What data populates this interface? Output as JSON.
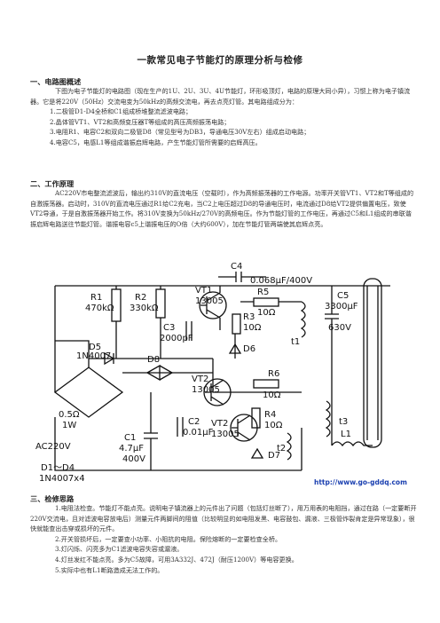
{
  "title": "一款常见电子节能灯的原理分析与检修",
  "section1": {
    "heading": "一、电路图概述",
    "intro": "下图为电子节能灯的电路图（现在生产的1U、2U、3U、4U节能灯，环形吸顶灯，电路的原理大同小异），习惯上称为电子镇流器。它是将220V（50Hz）交流电变为50kHz的高频交流电，再去点亮灯管。其电路组成分为：",
    "items": [
      "1.二极管D1-D4全桥和C1组成桥堆整流滤波电路；",
      "2.晶体管VT1、VT2和高频变压器T等组成的高压高频振荡电路；",
      "3.电阻R1、电容C2和双向二极管D8（常见型号为DB3，导通电压30V左右）组成启动电路；",
      "4.电容C5，电感L1等组成谐振启辉电路，产生节能灯管所需要的启辉高压。"
    ]
  },
  "section2": {
    "heading": "二、工作原理",
    "text": "AC220V市电整流滤波后，输出约310V的直流电压（空载时），作为高频振荡器的工作电源。功率开关管VT1、VT2和T等组成的自激振荡器。启动时，310V的直流电压通过R1给C2充电，当C2上电压超过D8的导通电压时，电流通过D8给VT2提供偏置电压，致使VT2导通，于是自激振荡器开始工作。将310V变换为50kHz/270V的高频电压。作为节能灯管的工作电压，再通过C5和L1组成的串联谐振启辉电路送往节能灯管。谐振电容c5上谐振电压的O倍（大约600V），加在节能灯管两端使其启辉点亮。"
  },
  "circuit": {
    "labels": {
      "c4": "C4",
      "c4v": "0.068μF/400V",
      "r1": "R1",
      "r1v": "470kΩ",
      "r2": "R2",
      "r2v": "330kΩ",
      "vt1": "VT1",
      "vt1v": "13005",
      "r3": "R3",
      "r3v": "10Ω",
      "r5": "R5",
      "r5v": "10Ω",
      "c3": "C3",
      "c3v": "2000pF",
      "d6": "D6",
      "t1": "t1",
      "c5": "C5",
      "c5v1": "3300μF",
      "c5v2": "630V",
      "d5": "D5",
      "d5v": "1N4007",
      "d8": "D8",
      "vt2": "VT2",
      "vt2v": "13005",
      "r6": "R6",
      "r6v": "10Ω",
      "t3": "t3",
      "fuse1": "0.5Ω",
      "fuse2": "1W",
      "ac": "AC220V",
      "c2": "C2",
      "c2v": "0.01μF",
      "r4": "R4",
      "r4v": "10Ω",
      "vt2b": "VT2",
      "vt2bv": "13005",
      "t2": "t2",
      "c1": "C1",
      "c1v1": "4.7μF",
      "c1v2": "400V",
      "d7": "D7",
      "l1": "L1",
      "d1d4": "D1～D4",
      "d1d4v": "1N4007x4",
      "watermark": "http://www.go-gddq.com"
    }
  },
  "section3": {
    "heading": "三、检修思路",
    "items": [
      "1.电阻法检查。节能灯不能点亮。说明电子镇流器上的元件出了问题（包括灯丝断了），用万用表的电阻挡，通过在路（一定要断开220V交流电，且对滤波电容放电后）测量元件两脚间的阻值（比较明显的如电阻发黑、电容鼓包、漏液、三极管炸裂肯定是异常现象），很快就能查出击穿或损坏的元件。",
      "2.开关管损坏后，一定要查小功率、小阻抗的电阻。保险熔断的一定要检查全桥。",
      "3.灯闪烁、闪亮多为C1滤波电容失容或漏液。",
      "4.灯丝发红不能点亮。多为C5故障，可用3A332J、472J（耐压1200V）等电容更换。",
      "5.实际中也有L1断路造成无法工作的。"
    ]
  }
}
